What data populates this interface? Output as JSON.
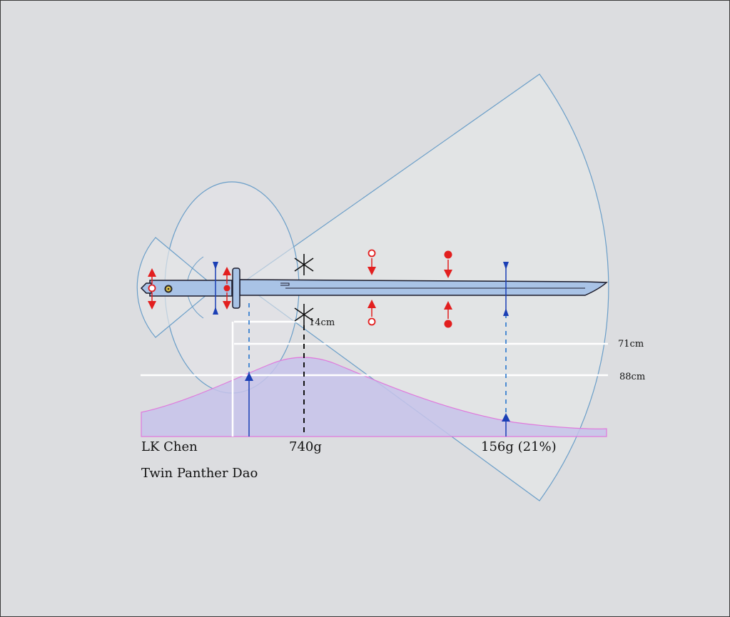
{
  "sword": {
    "maker": "LK Chen",
    "model": "Twin Panther Dao",
    "mass": "740g",
    "blade_mass": "156g (21%)",
    "balance_offset": "14cm",
    "blade_length": "71cm",
    "total_length": "88cm"
  },
  "colors": {
    "background": "#dcdde0",
    "frame": "#3a3a3a",
    "arc_stroke": "#6a9ec8",
    "arc_fill": "#e4e5e7",
    "blade_fill": "#a9c3e6",
    "mass_curve_stroke": "#e079dc",
    "mass_curve_fill": "#c7c3ea",
    "pivot_red": "#e21f1f",
    "node_blue": "#1b3fb5",
    "guide_white": "#ffffff"
  }
}
